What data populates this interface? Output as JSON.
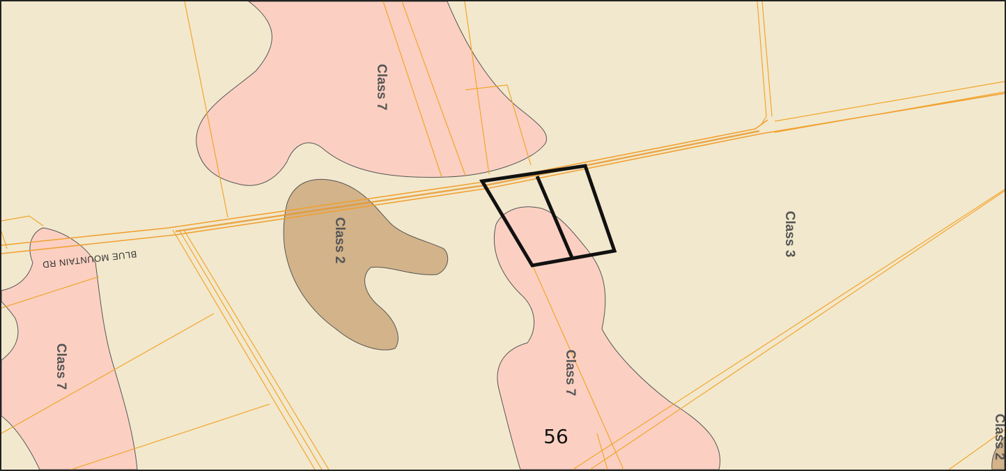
{
  "map": {
    "colors": {
      "background": "#f2e8cd",
      "class7_fill": "#fbd0c2",
      "class2_fill": "#d2b38a",
      "parcel_lines": "#f2a52b",
      "road_center": "#e6962a",
      "subject_parcel": "#111111"
    },
    "labels": {
      "class7_north": "Class 7",
      "class2_center": "Class 2",
      "class3_east": "Class 3",
      "class7_west": "Class 7",
      "class7_south": "Class 7",
      "class2_edge": "Class 2"
    },
    "road_name": "BLUE MOUNTAIN RD",
    "page_number": "56"
  }
}
